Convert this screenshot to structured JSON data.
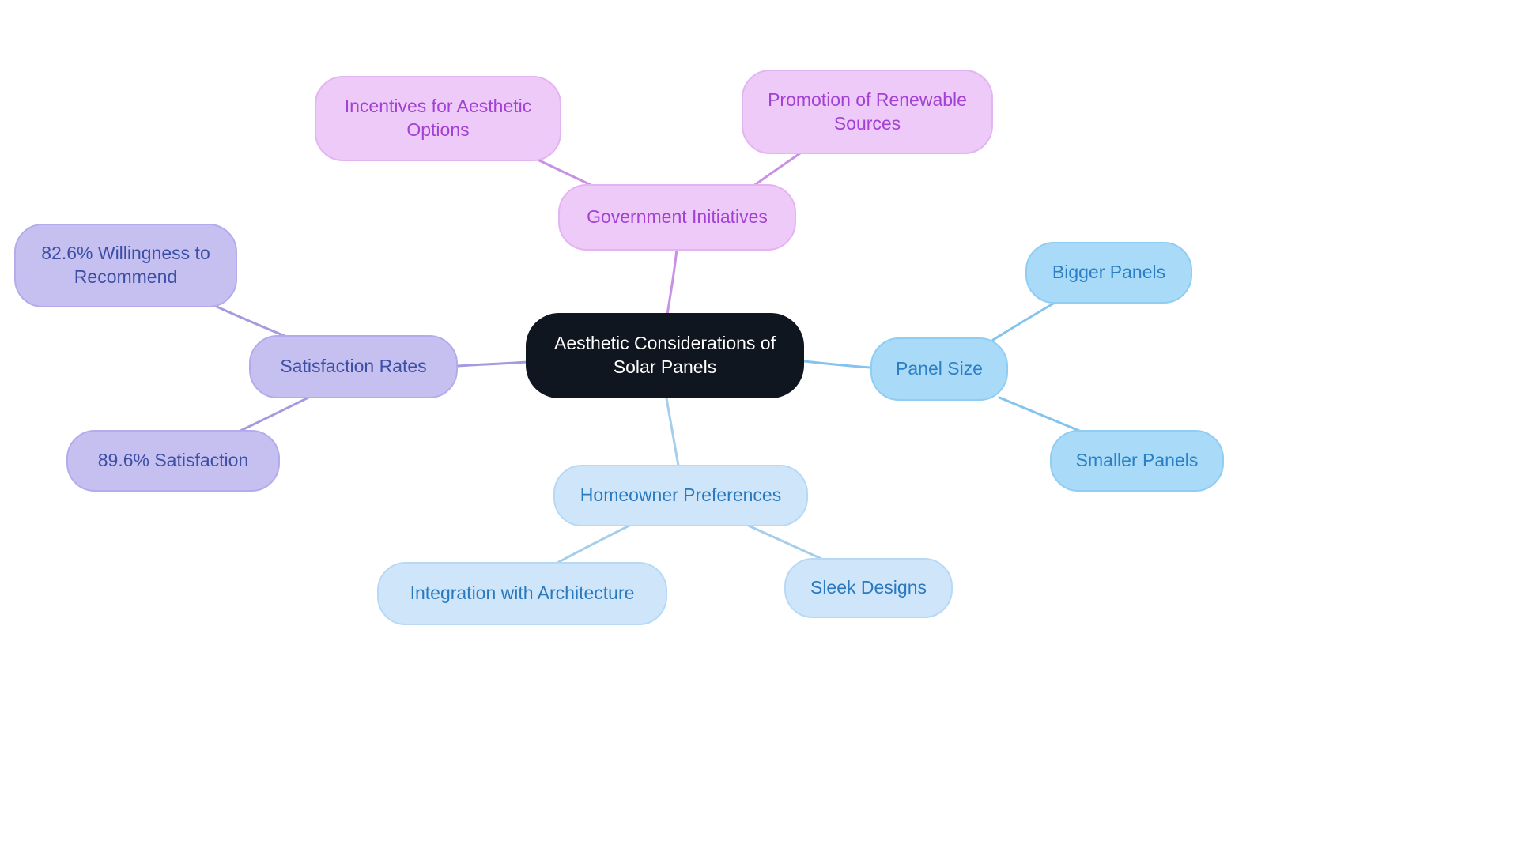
{
  "diagram": {
    "type": "mindmap",
    "background": "#ffffff"
  },
  "root": {
    "label": "Aesthetic Considerations of Solar Panels",
    "fill": "#10161f",
    "text_color": "#ffffff"
  },
  "branches": {
    "government": {
      "label": "Government Initiatives",
      "node_fill": "#eecaf8",
      "node_border": "#e4b4f2",
      "text_color": "#a242d4",
      "line_color": "#ca90e4",
      "children": {
        "incentives": {
          "label": "Incentives for Aesthetic Options"
        },
        "promotion": {
          "label": "Promotion of Renewable Sources"
        }
      }
    },
    "satisfaction": {
      "label": "Satisfaction Rates",
      "node_fill": "#c6c0f1",
      "node_border": "#b3abec",
      "text_color": "#3c4fa4",
      "line_color": "#a39bde",
      "children": {
        "willingness": {
          "label": "82.6% Willingness to Recommend"
        },
        "satisfaction_rate": {
          "label": "89.6% Satisfaction"
        }
      }
    },
    "panel_size": {
      "label": "Panel Size",
      "node_fill": "#a9dbf8",
      "node_border": "#8fcdf3",
      "text_color": "#2b7fc2",
      "line_color": "#84c3ee",
      "children": {
        "bigger": {
          "label": "Bigger Panels"
        },
        "smaller": {
          "label": "Smaller Panels"
        }
      }
    },
    "homeowner": {
      "label": "Homeowner Preferences",
      "node_fill": "#cfe6fa",
      "node_border": "#b7d9f5",
      "text_color": "#2979bf",
      "line_color": "#a5cdec",
      "children": {
        "integration": {
          "label": "Integration with Architecture"
        },
        "sleek": {
          "label": "Sleek Designs"
        }
      }
    }
  }
}
